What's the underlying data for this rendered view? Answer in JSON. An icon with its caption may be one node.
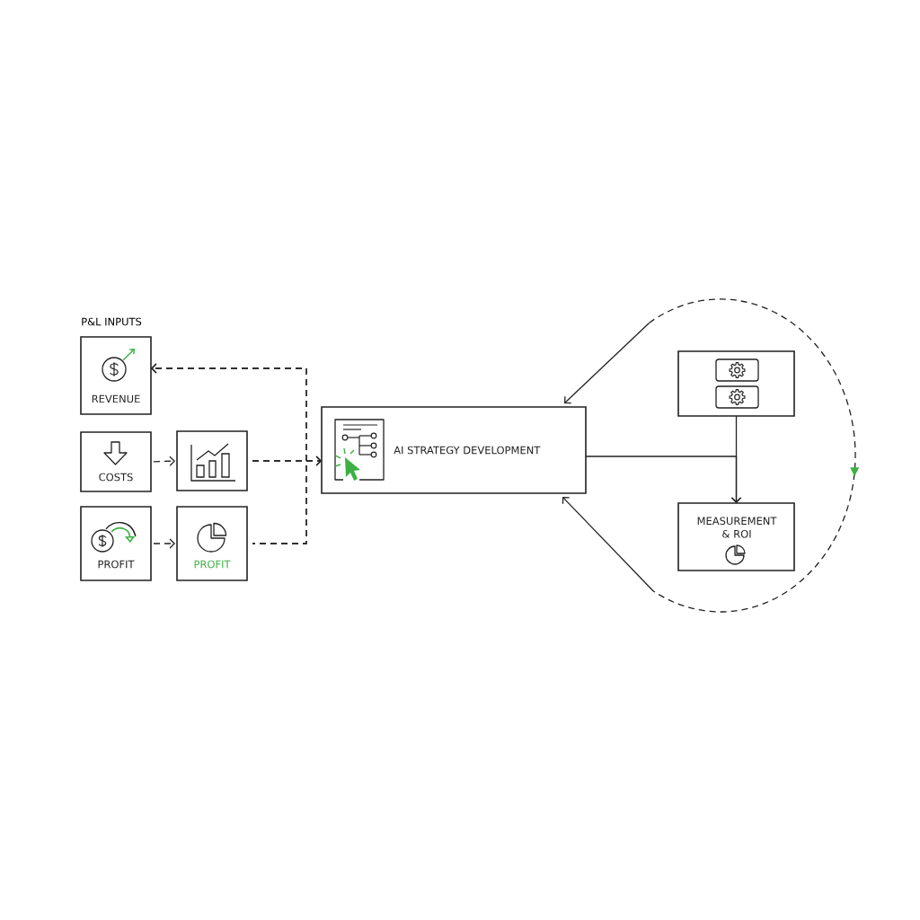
{
  "diagram": {
    "nodes": [
      {
        "text": [
          "REVENUE"
        ]
      },
      {
        "text": [
          "COSTS"
        ]
      },
      {
        "text": [],
        "shape": "box"
      },
      {
        "text": [
          "PROFIT"
        ]
      },
      {
        "text": [
          "PROFIT"
        ]
      },
      {
        "text": [
          "AI STRATEGY DEVELOPMENT"
        ]
      },
      {
        "text": [],
        "shape": "box"
      },
      {
        "text": [
          "MEASUREMENT & ROI"
        ]
      }
    ],
    "edges": [
      {
        "from": 1,
        "to": 2,
        "arrow": "to",
        "style": "dashed"
      },
      {
        "from": 3,
        "to": 4,
        "arrow": "to",
        "style": "dashed"
      },
      {
        "from": 2,
        "to": 5,
        "arrow": "to",
        "style": "dashed"
      },
      {
        "from": 4,
        "to": 5,
        "arrow": "to",
        "style": "dashed"
      },
      {
        "from": 2,
        "to": 0,
        "arrow": "to",
        "style": "dashed"
      },
      {
        "from": 4,
        "to": 0,
        "arrow": "to",
        "style": "dashed"
      },
      {
        "from": 6,
        "to": 7,
        "arrow": "to"
      },
      {
        "from": 5,
        "to": 7,
        "arrow": "to"
      },
      {
        "from": null,
        "to": 5,
        "arrow": "to"
      },
      {
        "from": null,
        "to": 5,
        "arrow": "to"
      }
    ],
    "labels": [
      "P&L INPUTS"
    ]
  }
}
